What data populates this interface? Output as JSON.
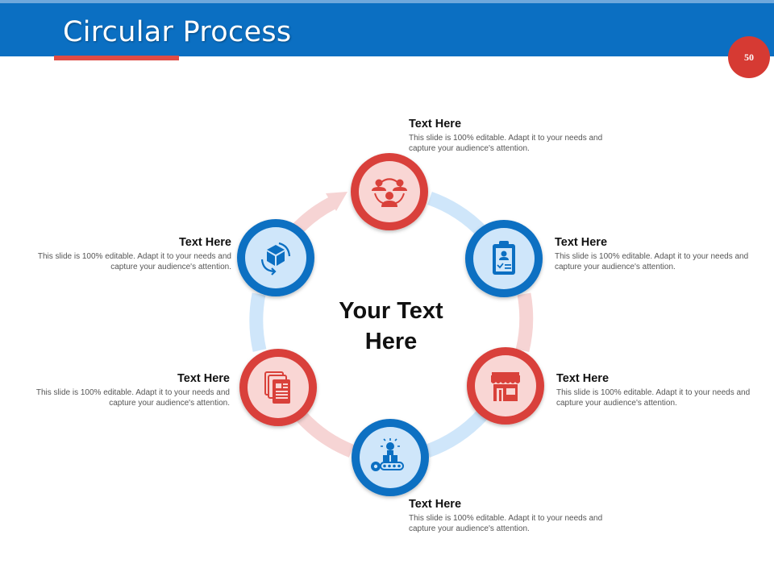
{
  "slide": {
    "title": "Circular Process",
    "page_number": "50",
    "center_text": "Your Text Here"
  },
  "colors": {
    "header_blue": "#0b6fc2",
    "accent_red": "#e04b44",
    "node_red": "#d9413a",
    "node_blue": "#0b6fc2",
    "arc_red_light": "#f6d4d4",
    "arc_blue_light": "#cfe6fa"
  },
  "steps": [
    {
      "title": "Text Here",
      "body": "This slide is 100% editable.  Adapt it to your needs and capture your audience's attention.",
      "icon": "team-network-icon",
      "color": "red"
    },
    {
      "title": "Text Here",
      "body": "This slide is 100% editable.  Adapt it to your needs and capture your audience's attention.",
      "icon": "clipboard-profile-icon",
      "color": "blue"
    },
    {
      "title": "Text Here",
      "body": "This slide is 100% editable.  Adapt it to your needs and capture your audience's attention.",
      "icon": "storefront-icon",
      "color": "red"
    },
    {
      "title": "Text Here",
      "body": "This slide is 100% editable.  Adapt it to your needs and capture your audience's attention.",
      "icon": "idea-conveyor-icon",
      "color": "blue"
    },
    {
      "title": "Text Here",
      "body": "This slide is 100% editable.  Adapt it to your needs and capture your audience's attention.",
      "icon": "documents-icon",
      "color": "red"
    },
    {
      "title": "Text Here",
      "body": "This slide is 100% editable.  Adapt it to your needs and capture your audience's attention.",
      "icon": "rotating-box-icon",
      "color": "blue"
    }
  ]
}
